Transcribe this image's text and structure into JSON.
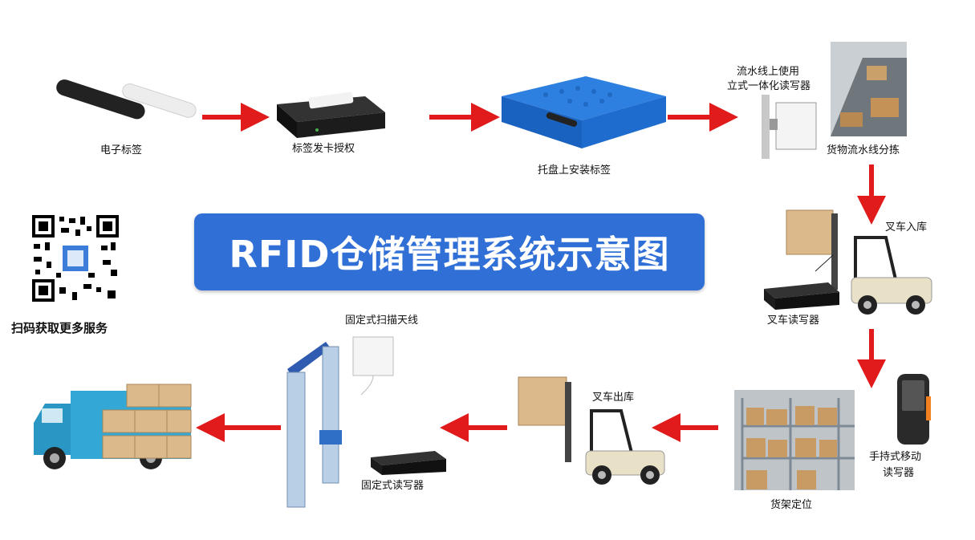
{
  "title": "RFID仓储管理系统示意图",
  "qr_caption": "扫码获取更多服务",
  "labels": {
    "tag": "电子标签",
    "issuer": "标签发卡授权",
    "pallet": "托盘上安装标签",
    "line_reader_1": "流水线上使用",
    "line_reader_2": "立式一体化读写器",
    "sorting": "货物流水线分拣",
    "forklift_in": "叉车入库",
    "forklift_reader": "叉车读写器",
    "handheld_1": "手持式移动",
    "handheld_2": "读写器",
    "shelf": "货架定位",
    "forklift_out": "叉车出库",
    "fixed_antenna": "固定式扫描天线",
    "fixed_reader": "固定式读写器"
  },
  "colors": {
    "banner": "#2f6fd6",
    "arrow": "#e11b1b",
    "pallet": "#2d7fe0"
  }
}
